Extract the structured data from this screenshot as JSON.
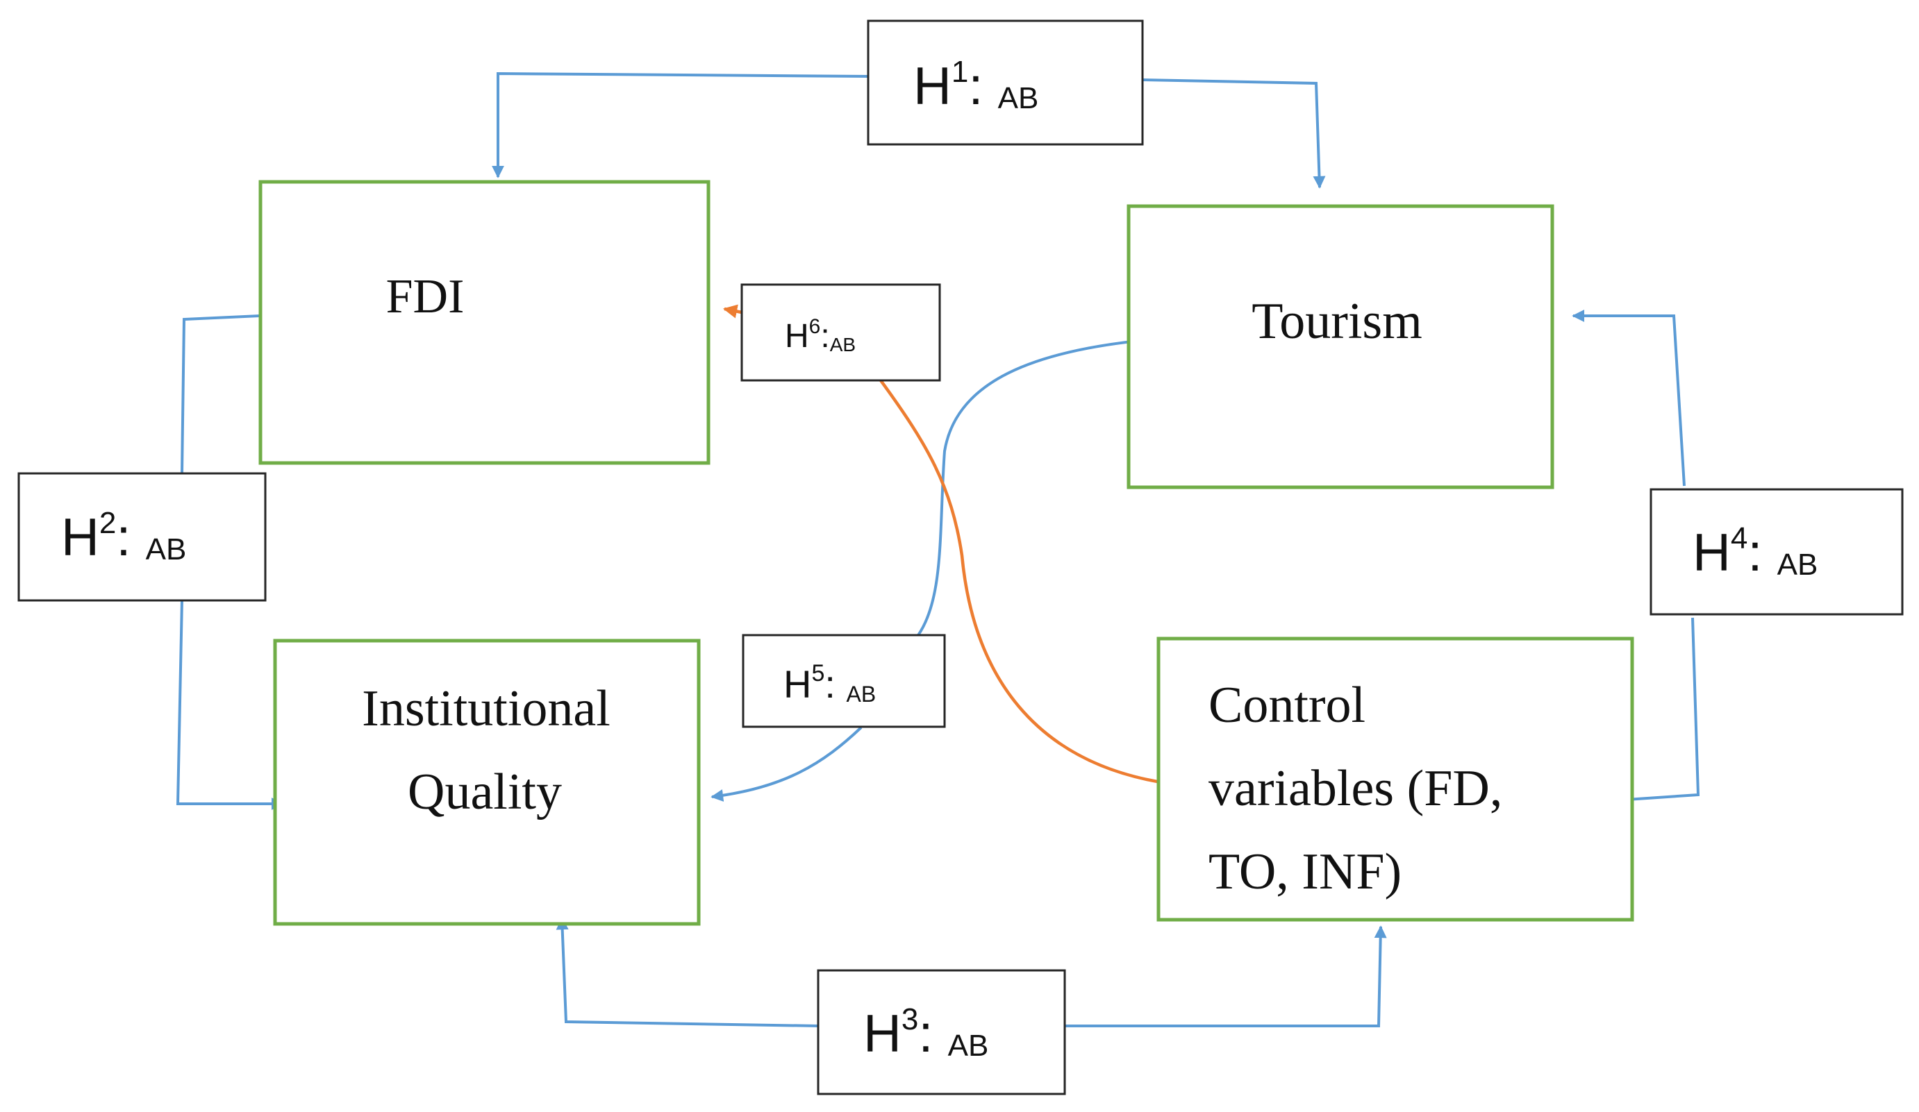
{
  "colors": {
    "node_border": "#70ad47",
    "hypothesis_border": "#262626",
    "blue_arrow": "#5b9bd5",
    "orange_arrow": "#ed7d31",
    "text": "#111111"
  },
  "nodes": {
    "fdi": {
      "label": "FDI"
    },
    "tourism": {
      "label": "Tourism"
    },
    "institutional_quality": {
      "line1": "Institutional",
      "line2": "Quality"
    },
    "control_variables": {
      "line1": "Control",
      "line2": "variables (FD,",
      "line3": "TO, INF)"
    }
  },
  "hypotheses": [
    {
      "base": "H",
      "sup": "1",
      "sep": ":",
      "sub": "AB"
    },
    {
      "base": "H",
      "sup": "2",
      "sep": ":",
      "sub": "AB"
    },
    {
      "base": "H",
      "sup": "3",
      "sep": ":",
      "sub": "AB"
    },
    {
      "base": "H",
      "sup": "4",
      "sep": ":",
      "sub": "AB"
    },
    {
      "base": "H",
      "sup": "5",
      "sep": ":",
      "sub": "AB"
    },
    {
      "base": "H",
      "sup": "6",
      "sep": ":",
      "sub": "AB"
    }
  ]
}
